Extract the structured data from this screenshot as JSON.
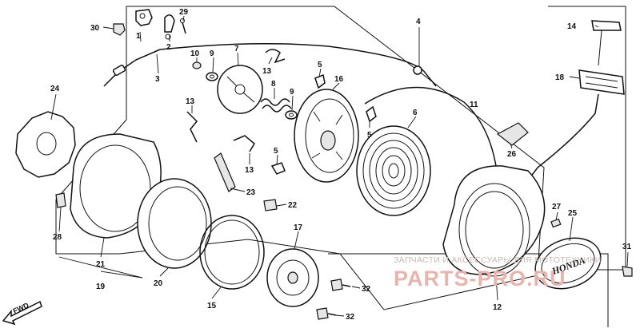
{
  "callouts": {
    "c1": "1",
    "c2": "2",
    "c3": "3",
    "c4": "4",
    "c5a": "5",
    "c5b": "5",
    "c5c": "5",
    "c6": "6",
    "c7": "7",
    "c8": "8",
    "c9a": "9",
    "c9b": "9",
    "c10": "10",
    "c11": "11",
    "c12": "12",
    "c13a": "13",
    "c13b": "13",
    "c13c": "13",
    "c14": "14",
    "c15": "15",
    "c16": "16",
    "c17": "17",
    "c18": "18",
    "c19": "19",
    "c20": "20",
    "c21": "21",
    "c22": "22",
    "c23": "23",
    "c24": "24",
    "c25": "25",
    "c26": "26",
    "c27": "27",
    "c28": "28",
    "c29": "29",
    "c30": "30",
    "c31": "31",
    "c32a": "32",
    "c32b": "32"
  },
  "labels": {
    "fwd": "FWD",
    "cover_brand": "HONDA"
  },
  "watermark": {
    "line1": "ЗАПЧАСТИ И АКСЕССУАРЫ ДЛЯ МОТОТЕХНИКИ",
    "line2": "PARTS-PRO.RU"
  }
}
